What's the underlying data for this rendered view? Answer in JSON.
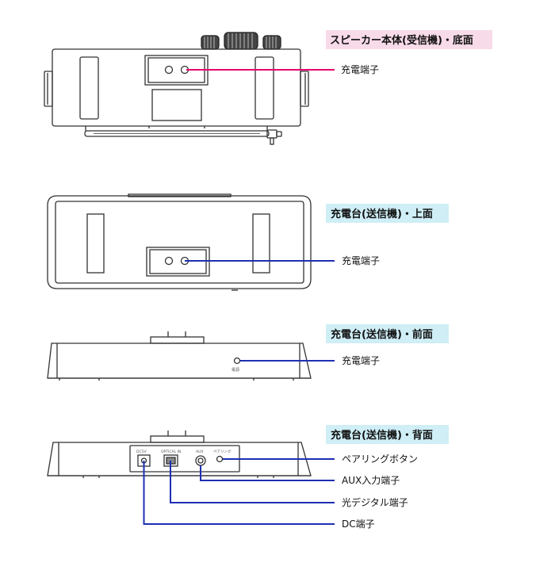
{
  "colors": {
    "pink_accent": "#e5006e",
    "blue_accent": "#1f2fb3",
    "pink_bg": "#f8dbe9",
    "blue_bg": "#cfeef6",
    "outline": "#333333"
  },
  "sections": [
    {
      "title": "スピーカー本体(受信機)・底面",
      "callouts": [
        "充電端子"
      ]
    },
    {
      "title": "充電台(送信機)・上面",
      "callouts": [
        "充電端子"
      ]
    },
    {
      "title": "充電台(送信機)・前面",
      "callouts": [
        "充電端子"
      ]
    },
    {
      "title": "充電台(送信機)・背面",
      "callouts": [
        "ペアリングボタン",
        "AUX入力端子",
        "光デジタル端子",
        "DC端子"
      ]
    }
  ],
  "device_labels": {
    "front_led": "電源",
    "back_dc": "DC5V",
    "back_optical": "OPTICAL IN",
    "back_aux": "AUX",
    "back_pair": "ペアリング"
  }
}
